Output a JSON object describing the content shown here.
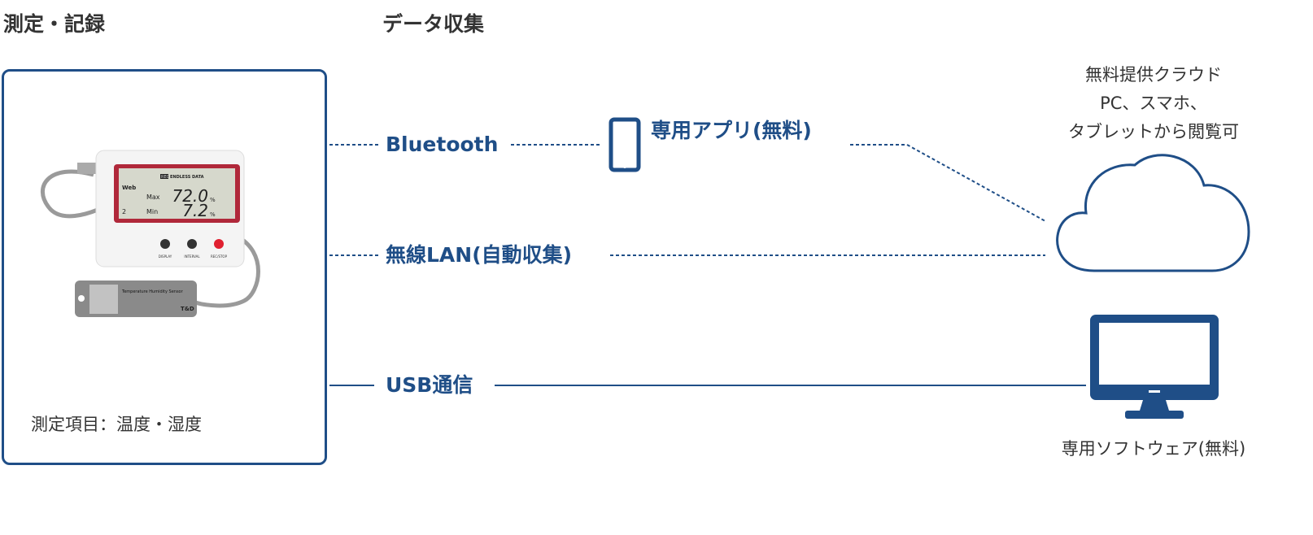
{
  "headings": {
    "measure": "測定・記録",
    "collect": "データ収集"
  },
  "device_box": {
    "caption": "測定項目：温度・湿度",
    "device": {
      "display": {
        "icon_label": "Web",
        "rec": "REC",
        "mode": "ENDLESS",
        "data": "DATA",
        "row1_label": "Max",
        "row1_value": "72.0",
        "row2_label": "Min",
        "row2_value": "7.2",
        "unit": "%",
        "channel": "2"
      },
      "buttons": [
        "DISPLAY",
        "INTERVAL",
        "REC/STOP"
      ],
      "sensor_label": "Temperature Humidity Sensor",
      "brand": "T&D"
    }
  },
  "connections": {
    "bluetooth": "Bluetooth",
    "app": "専用アプリ(無料)",
    "wlan": "無線LAN(自動収集)",
    "usb": "USB通信"
  },
  "cloud": {
    "lines": [
      "無料提供クラウド",
      "PC、スマホ、",
      "タブレットから閲覧可"
    ]
  },
  "pc": {
    "caption": "専用ソフトウェア(無料)"
  },
  "colors": {
    "accent": "#1f4e87",
    "device_red": "#b0283a"
  }
}
